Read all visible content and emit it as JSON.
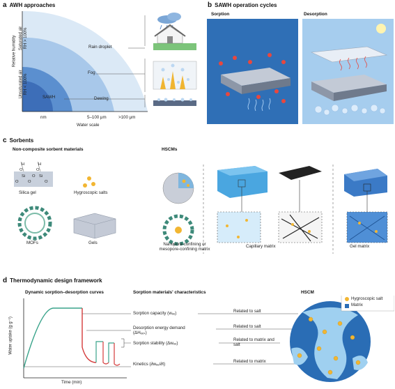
{
  "panel_a": {
    "letter": "a",
    "title": "AWH approaches",
    "y_axis_label": "Relative humidity",
    "region_saturated": [
      "Saturated air",
      "RH > 100%"
    ],
    "region_unsaturated": [
      "Unsaturated air",
      "RH < 100%"
    ],
    "zone_sawh": "SAWH",
    "x_ticks": [
      "nm",
      "5–100 μm",
      ">100 μm"
    ],
    "x_axis_label": "Water scale",
    "callouts": [
      "Rain droplet",
      "Fog",
      "Dewing"
    ]
  },
  "panel_b": {
    "letter": "b",
    "title": "SAWH operation cycles",
    "sorption": "Sorption",
    "desorption": "Desorption"
  },
  "panel_c": {
    "letter": "c",
    "title": "Sorbents",
    "noncomposite": "Non-composite sorbent materials",
    "hscms": "HSCMs",
    "items": [
      "Silica gel",
      "Hygroscopic salts",
      "MOFs",
      "Gels"
    ],
    "nanopore": [
      "Nanopore-confining or",
      "mesopore-confining matrix"
    ],
    "capillary": "Capillary matrix",
    "gel_matrix": "Gel matrix",
    "silica_letters": [
      "H",
      "O",
      "H",
      "O",
      "Si",
      "O",
      "O",
      "O",
      "Si",
      "O"
    ]
  },
  "panel_d": {
    "letter": "d",
    "title": "Thermodynamic design framework",
    "curves_header": "Dynamic sorption–desorption curves",
    "characteristics_header": "Sorption materials' characteristics",
    "hscm_header": "HSCM",
    "y_axis": "Water uptake (g g⁻¹)",
    "x_axis": "Time (min)",
    "characteristics": [
      "Sorption capacity (wₑₑ)",
      "Desorption energy demand (ΔHₑₑₛ)",
      "Sorption stability (Δwₑₑ)",
      "Kinetics (∂wₑₑ/∂t)"
    ],
    "relations": [
      "Related to salt",
      "Related to salt",
      "Related to matrix and salt",
      "Related to matrix"
    ],
    "legend": [
      "Hygroscopic salt",
      "Matrix"
    ],
    "colors": {
      "salt": "#f2b632",
      "matrix": "#2a6db5"
    }
  }
}
